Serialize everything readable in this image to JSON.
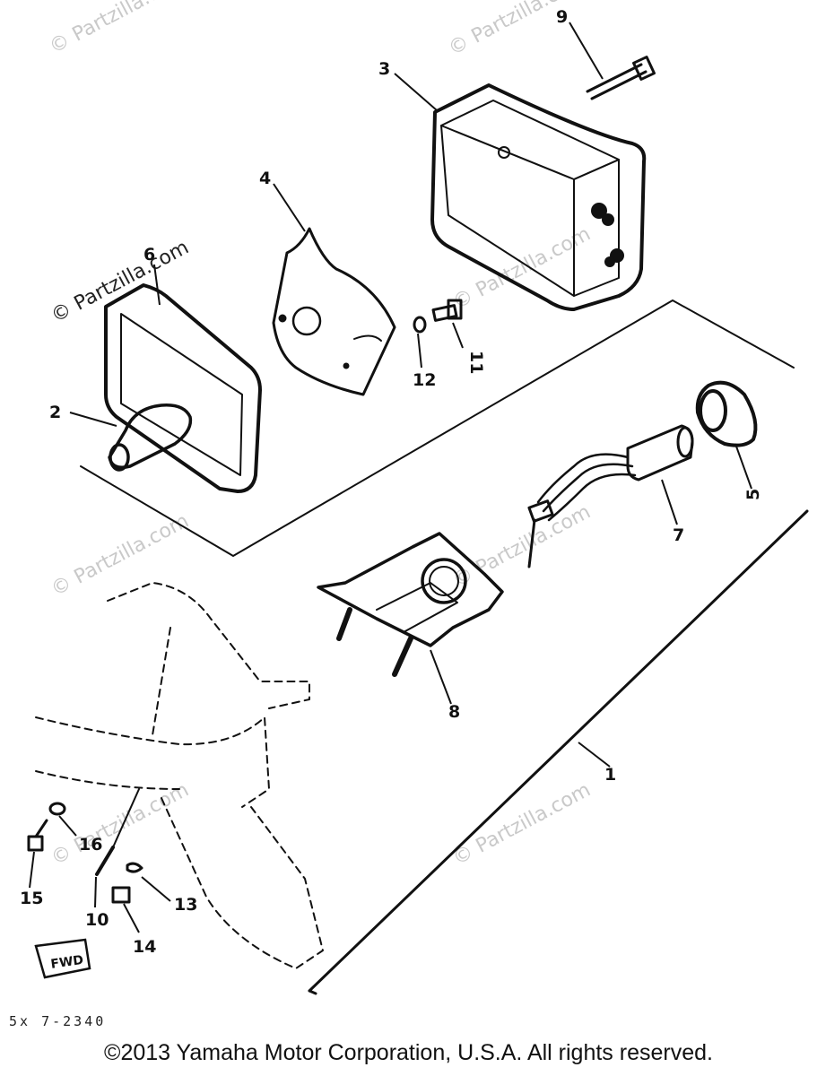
{
  "watermark": "© Partzilla.com",
  "callouts": [
    "1",
    "2",
    "3",
    "4",
    "5",
    "6",
    "7",
    "8",
    "9",
    "10",
    "11",
    "12",
    "13",
    "14",
    "15",
    "16"
  ],
  "drawing_code": "5x 7-2340",
  "badge_text": "FWD",
  "copyright": "©2013 Yamaha Motor Corporation, U.S.A. All rights reserved."
}
